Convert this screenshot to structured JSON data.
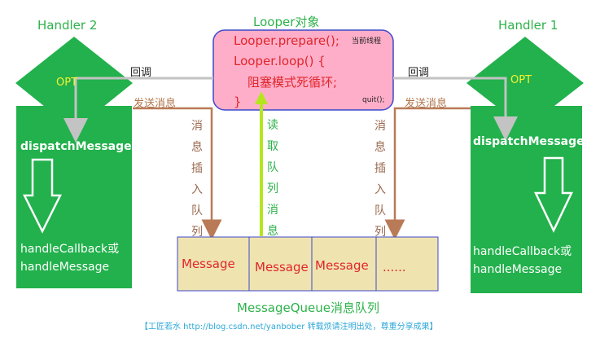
{
  "looper": {
    "title": "Looper对象",
    "line1": "Looper.prepare();",
    "line2": "Looper.loop() {",
    "line3": "阻塞模式死循环;",
    "line4": "}",
    "current_thread": "当前线程",
    "quit": "quit();"
  },
  "handler_left": {
    "title": "Handler 2",
    "opt": "OPT",
    "dispatch": "dispatchMessage",
    "handle1": "handleCallback或",
    "handle2": "handleMessage"
  },
  "handler_right": {
    "title": "Handler  1",
    "opt": "OPT",
    "dispatch": "dispatchMessage",
    "handle1": "handleCallback或",
    "handle2": "handleMessage"
  },
  "labels": {
    "callback_left": "回调",
    "callback_right": "回调",
    "send_left": "发送消息",
    "send_right": "发送消息",
    "insert_left": [
      "消",
      "息",
      "插",
      "入",
      "队",
      "列"
    ],
    "insert_right": [
      "消",
      "息",
      "插",
      "入",
      "队",
      "列"
    ],
    "read": [
      "读",
      "取",
      "队",
      "列",
      "消",
      "息"
    ]
  },
  "queue": {
    "cells": [
      "Message",
      "Message",
      "Message",
      "......"
    ],
    "caption": "MessageQueue消息队列"
  },
  "footer": "【工匠若水 http://blog.csdn.net/yanbober  转载烦请注明出处，尊重分享成果】",
  "colors": {
    "green": "#22b14c",
    "looper_fill": "#ffaec9",
    "looper_border": "#3f48cc",
    "queue_fill": "#efe4b0",
    "queue_border": "#3f48cc",
    "gray_arrow": "#c3c3c3",
    "brown_arrow": "#b97a57",
    "lime_arrow": "#b5e61d"
  }
}
